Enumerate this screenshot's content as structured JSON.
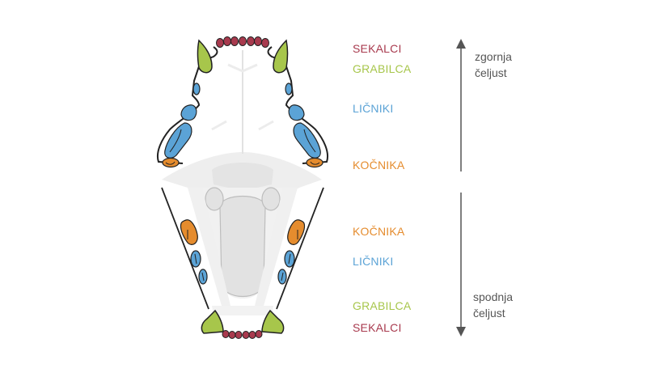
{
  "colors": {
    "incisor": "#a83a4e",
    "canine": "#a7c64b",
    "cheek": "#5ba3d6",
    "carnassial": "#e58c2e",
    "outline": "#222222",
    "bone": "#e9e9e9",
    "arrow": "#555555"
  },
  "labels": {
    "upper": {
      "incisors": "SEKALCI",
      "canines": "GRABILCA",
      "cheek_teeth": "LIČNIKI",
      "carnassial": "KOČNIKA"
    },
    "lower": {
      "carnassial": "KOČNIKA",
      "cheek_teeth": "LIČNIKI",
      "canines": "GRABILCA",
      "incisors": "SEKALCI"
    }
  },
  "jaws": {
    "upper": [
      "zgornja",
      "čeljust"
    ],
    "lower": [
      "spodnja",
      "čeljust"
    ]
  }
}
